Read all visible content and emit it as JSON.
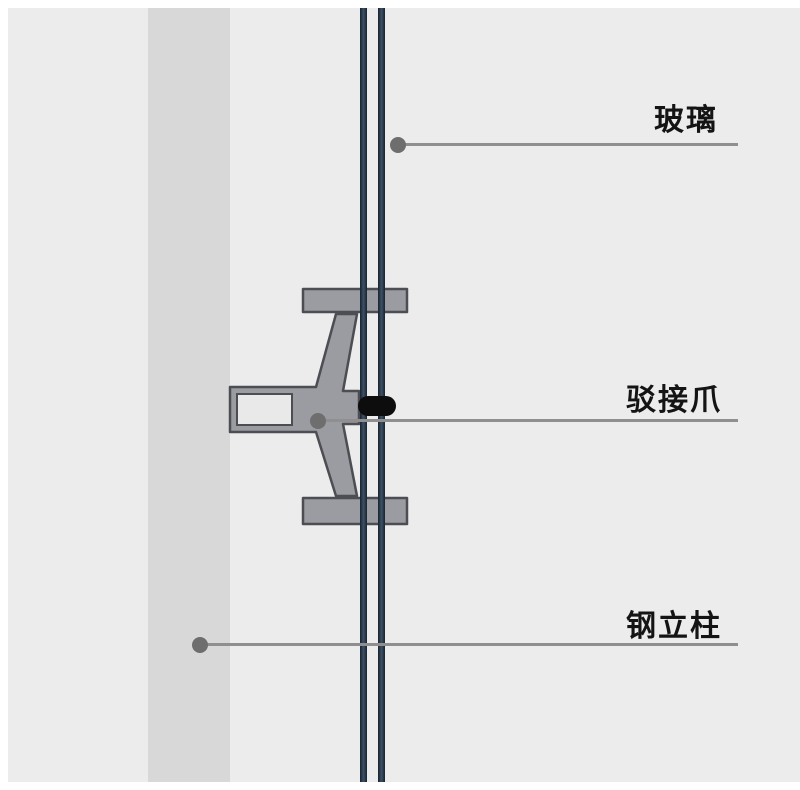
{
  "labels": {
    "glass": "玻璃",
    "spider_fitting": "驳接爪",
    "steel_column": "钢立柱"
  },
  "colors": {
    "background": "#ececec",
    "column_fill": "#d8d8d8",
    "glass_dark": "#17222e",
    "glass_light": "#3d5166",
    "fitting_fill": "#9b9ca2",
    "fitting_outline": "#4d4e53",
    "hole_fill": "#e9e9e9",
    "bolt": "#0d0d0d",
    "leader": "#8f8f8f",
    "dot": "#6e6e6e",
    "label_text": "#141414"
  },
  "components": {
    "glass": "double glass panes (vertical section)",
    "spider_fitting": "single-arm spider clamp fixing glass to column",
    "steel_column": "vertical steel mullion"
  }
}
